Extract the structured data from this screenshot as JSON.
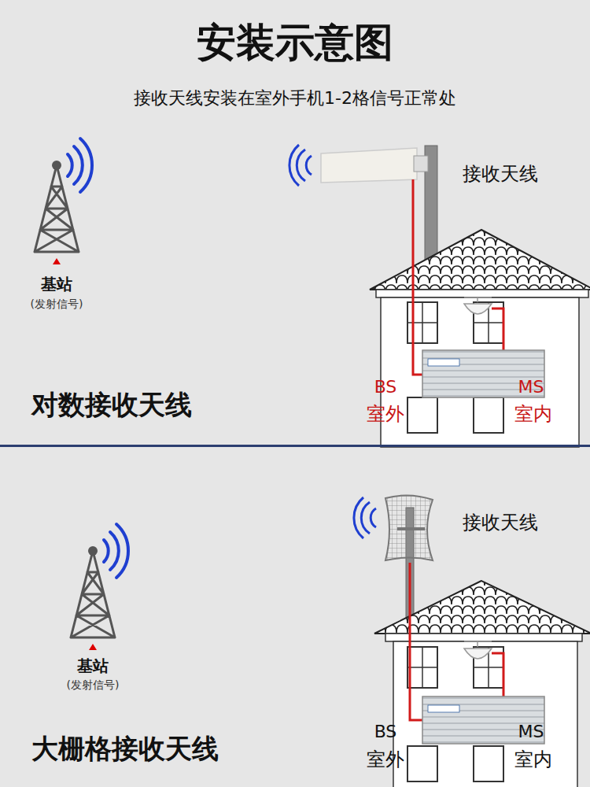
{
  "diagram": {
    "title": "安装示意图",
    "labels": [
      "接收天线安装在室外手机1-2格信号正常处",
      "接收天线",
      "基站",
      "(发射信号)",
      "BS",
      "室外",
      "MS",
      "室内",
      "对数接收天线",
      "接收天线",
      "基站",
      "(发射信号)",
      "BS",
      "室外",
      "MS",
      "室内",
      "大栅格接收天线"
    ]
  }
}
